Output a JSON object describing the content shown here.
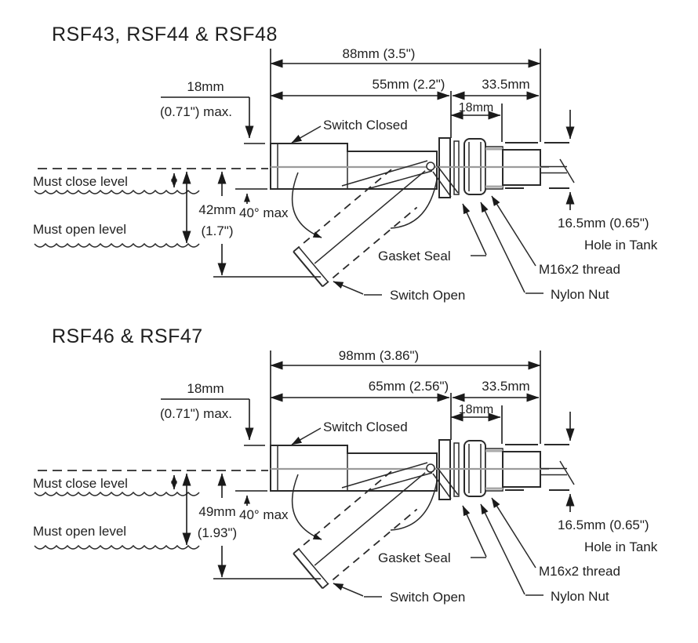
{
  "page": {
    "background": "#ffffff",
    "line_color": "#2a2a2a",
    "gray_line": "#9b9b9b"
  },
  "sections": [
    {
      "title": "RSF43, RSF44 & RSF48",
      "dims": {
        "overall": "88mm  (3.5\")",
        "body": "55mm  (2.2\")",
        "stem": "33.5mm",
        "thread_len": "18mm",
        "clearance_mm": "18mm",
        "clearance_in": "(0.71\") max.",
        "travel_mm": "42mm",
        "travel_in": "(1.7\")",
        "angle": "40° max",
        "hole": "16.5mm (0.65\")"
      },
      "labels": {
        "switch_closed": "Switch Closed",
        "switch_open": "Switch Open",
        "gasket_seal": "Gasket Seal",
        "thread": "M16x2 thread",
        "nylon_nut": "Nylon Nut",
        "hole_in_tank": "Hole in Tank",
        "must_close": "Must close level",
        "must_open": "Must open level"
      }
    },
    {
      "title": "RSF46 & RSF47",
      "dims": {
        "overall": "98mm  (3.86\")",
        "body": "65mm  (2.56\")",
        "stem": "33.5mm",
        "thread_len": "18mm",
        "clearance_mm": "18mm",
        "clearance_in": "(0.71\") max.",
        "travel_mm": "49mm",
        "travel_in": "(1.93\")",
        "angle": "40° max",
        "hole": "16.5mm (0.65\")"
      },
      "labels": {
        "switch_closed": "Switch Closed",
        "switch_open": "Switch Open",
        "gasket_seal": "Gasket Seal",
        "thread": "M16x2 thread",
        "nylon_nut": "Nylon Nut",
        "hole_in_tank": "Hole in Tank",
        "must_close": "Must close level",
        "must_open": "Must open level"
      }
    }
  ]
}
